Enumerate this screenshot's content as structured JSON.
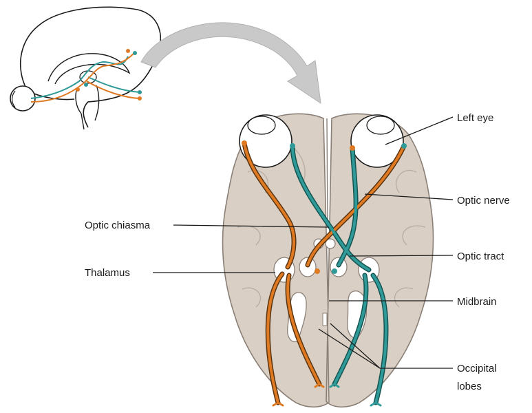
{
  "labels": {
    "left_eye": "Left eye",
    "optic_nerve": "Optic nerve",
    "optic_chiasma": "Optic chiasma",
    "optic_tract": "Optic tract",
    "thalamus": "Thalamus",
    "midbrain": "Midbrain",
    "occipital_lobes_line1": "Occipital",
    "occipital_lobes_line2": "lobes"
  },
  "colors": {
    "brain_fill": "#d9cfc4",
    "brain_outline": "#8a7f76",
    "left_pathway": "#e07a22",
    "right_pathway": "#2f9a97",
    "arrow": "#c9c9c9",
    "label_line": "#1a1a1a"
  }
}
